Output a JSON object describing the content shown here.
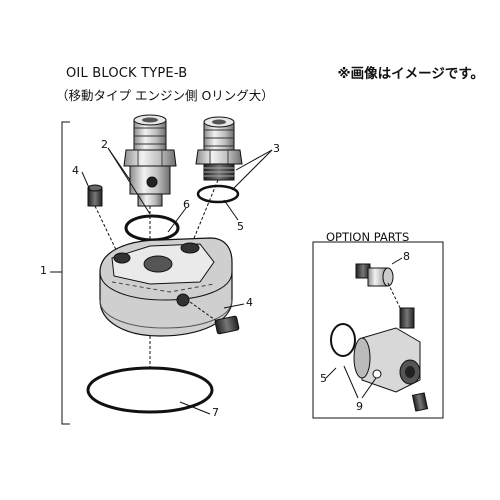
{
  "header": {
    "title": "OIL BLOCK TYPE-B",
    "subtitle": "（移動タイプ エンジン側 Oリング大）",
    "image_note": "※画像はイメージです。"
  },
  "option_box": {
    "title": "OPTION PARTS"
  },
  "callouts": {
    "c1": "1",
    "c2": "2",
    "c3": "3",
    "c4a": "4",
    "c4b": "4",
    "c5a": "5",
    "c5b": "5",
    "c6": "6",
    "c7": "7",
    "c8": "8",
    "c9": "9"
  },
  "colors": {
    "line": "#111111",
    "shade": "#9a9a9a",
    "light": "#d6d6d6",
    "dark": "#3a3a3a"
  }
}
